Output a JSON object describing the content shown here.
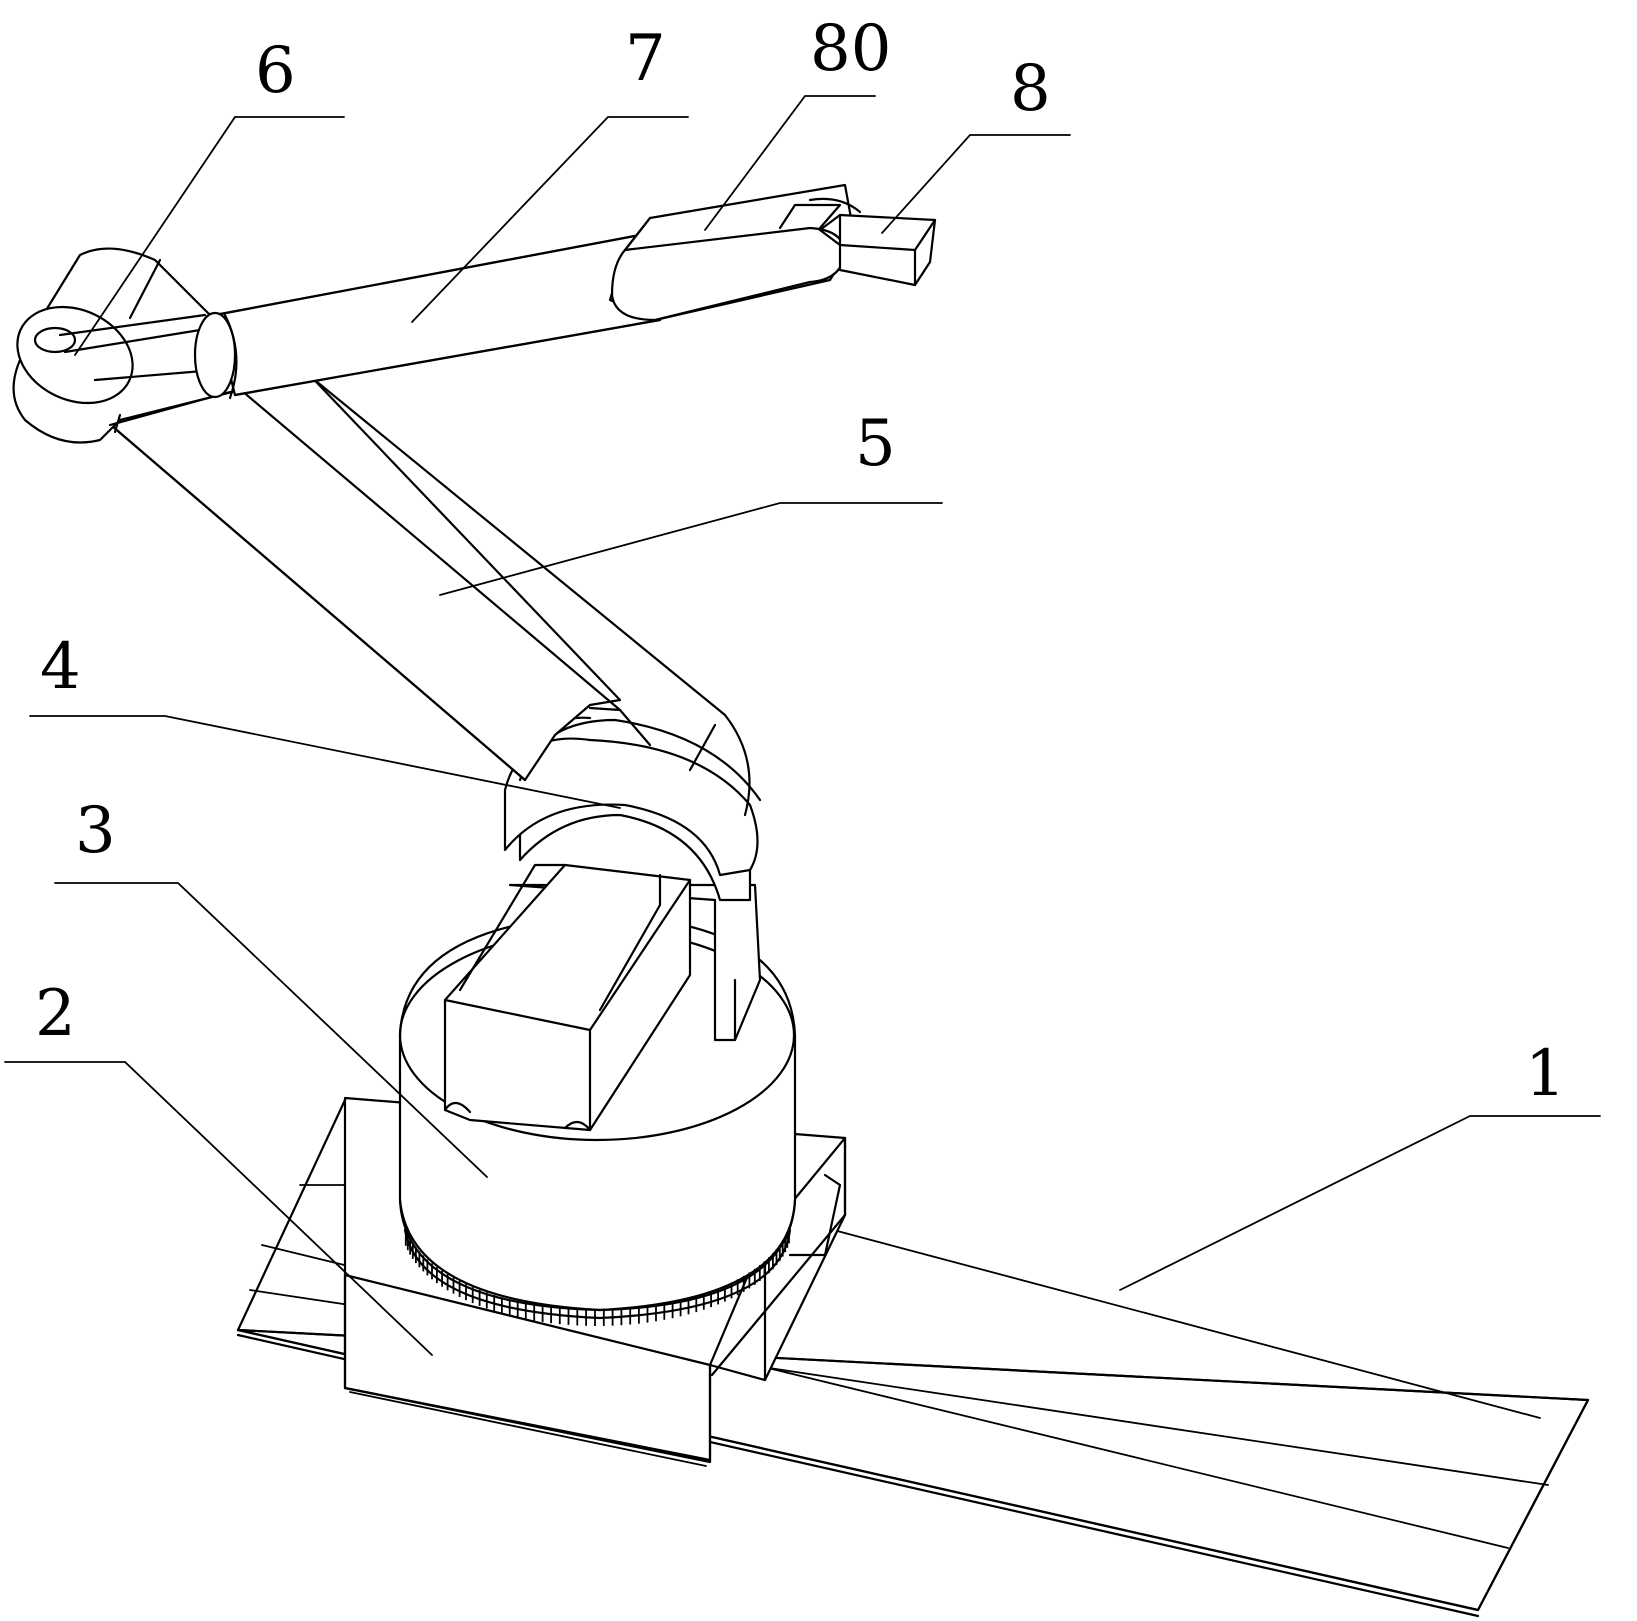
{
  "labels": [
    {
      "id": "part-6",
      "text": "6"
    },
    {
      "id": "part-7",
      "text": "7"
    },
    {
      "id": "part-80",
      "text": "80"
    },
    {
      "id": "part-8",
      "text": "8"
    },
    {
      "id": "part-5",
      "text": "5"
    },
    {
      "id": "part-4",
      "text": "4"
    },
    {
      "id": "part-3",
      "text": "3"
    },
    {
      "id": "part-2",
      "text": "2"
    },
    {
      "id": "part-1",
      "text": "1"
    }
  ],
  "colors": {
    "line": "#000000",
    "background": "#ffffff"
  }
}
